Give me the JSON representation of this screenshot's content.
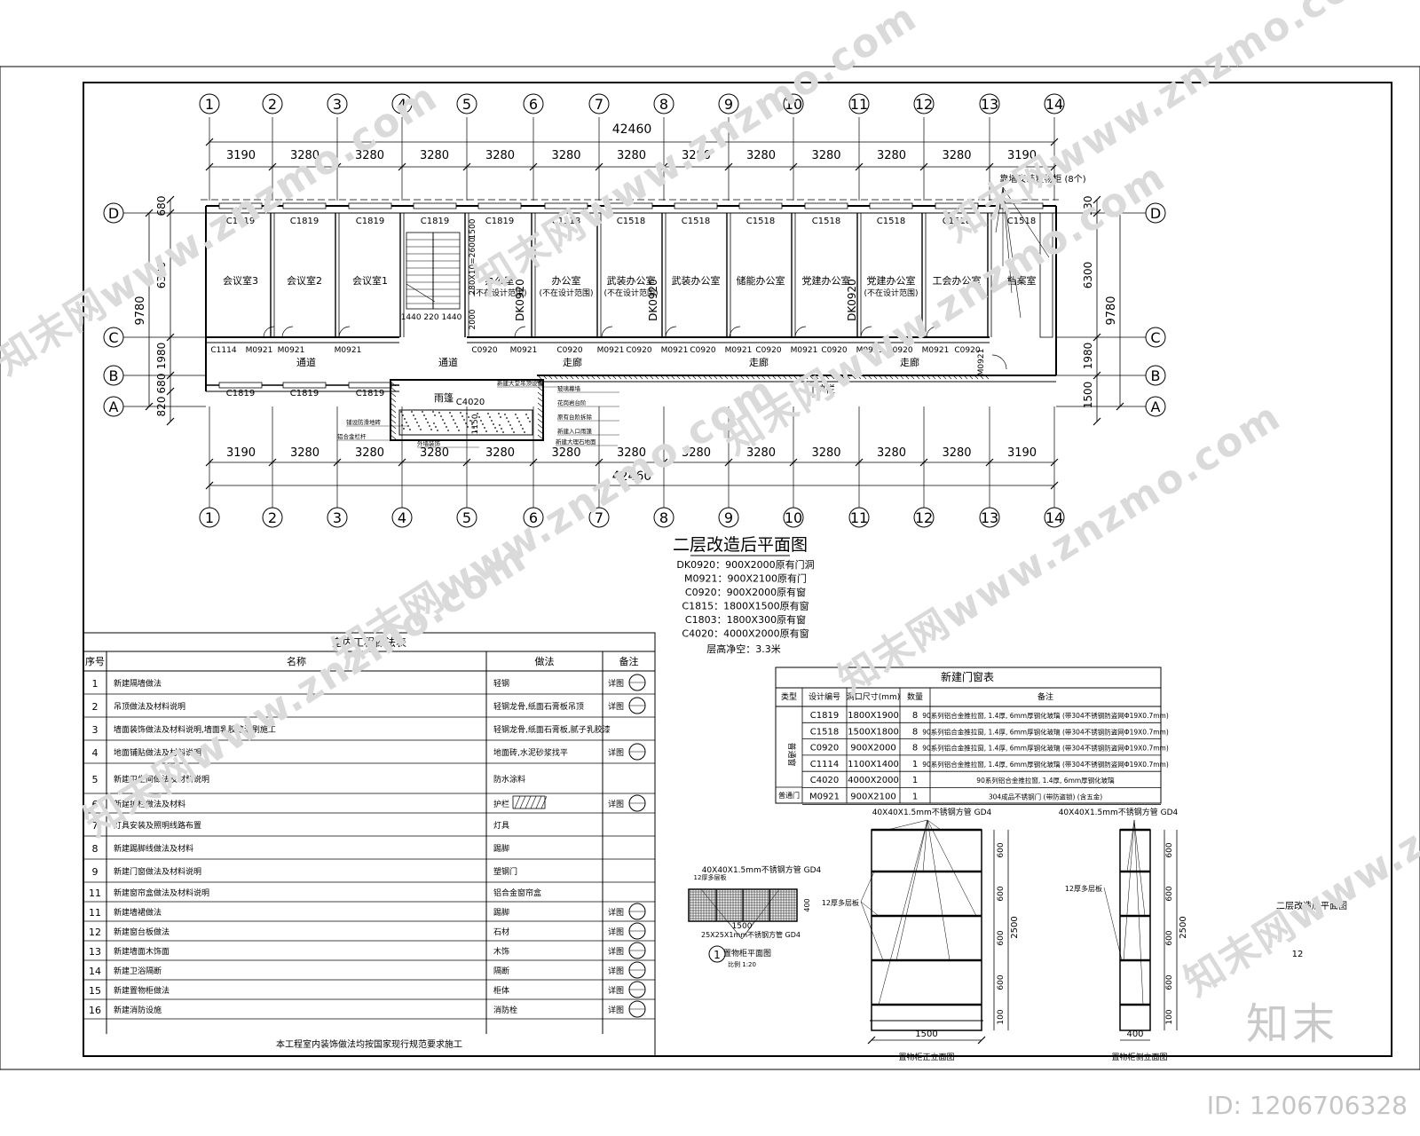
{
  "plan": {
    "axes": [
      "1",
      "2",
      "3",
      "4",
      "5",
      "6",
      "7",
      "8",
      "9",
      "10",
      "11",
      "12",
      "13",
      "14"
    ],
    "rows": [
      "D",
      "C",
      "B",
      "A"
    ],
    "total": "42460",
    "spans_top": [
      "3190",
      "3280",
      "3280",
      "3280",
      "3280",
      "3280",
      "3280",
      "3280",
      "3280",
      "3280",
      "3280",
      "3280",
      "3190"
    ],
    "spans_bottom": [
      "3190",
      "3280",
      "3280",
      "3280",
      "3280",
      "3280",
      "3280",
      "3280",
      "3280",
      "3280",
      "3280",
      "3280",
      "3190"
    ],
    "left_dims": [
      "680",
      "6300",
      "1980",
      "680",
      "820"
    ],
    "left_total": "9780",
    "right_dims": [
      "930",
      "6300",
      "1980",
      "1500"
    ],
    "right_total": "9780",
    "rooms": [
      "会议室3",
      "会议室2",
      "会议室1",
      "办公室",
      "办公室",
      "武装办公室",
      "武装办公室",
      "储能办公室",
      "党建办公室",
      "党建办公室",
      "工会办公室",
      "档案室"
    ],
    "room_notes": [
      "(不在设计范围)",
      "(不在设计范围)",
      "(不在设计范围)",
      "(不在设计范围)"
    ],
    "win_top": [
      "C1819",
      "C1819",
      "C1819",
      "C1819",
      "C1819",
      "C1518",
      "C1518",
      "C1518",
      "C1518",
      "C1518",
      "C1518",
      "C1518",
      "C1518"
    ],
    "win_bottom": [
      "C1819",
      "C1819",
      "C1819"
    ],
    "corridor": [
      "通道",
      "通道",
      "走廊",
      "走廊",
      "走廊"
    ],
    "door_labels": [
      "C1114",
      "M0921",
      "M0921",
      "M0921",
      "C0920",
      "M0921",
      "C0920",
      "M0921",
      "C0920",
      "M0921",
      "C0920",
      "M0921",
      "C0920",
      "M0921",
      "C0920",
      "M0921",
      "C0920",
      "M0921",
      "C0920",
      "M0921"
    ],
    "dk_labels": [
      "DK0920",
      "DK0920",
      "DK0920"
    ],
    "stair_dims": "1440 220 1440",
    "stair_v1": "2000",
    "stair_v2": "280X10=2600",
    "stair_v3": "1500",
    "canopy": "雨篷",
    "canopy_code": "C4020",
    "canopy_dim": "1150",
    "handrail": "护栏",
    "cabinet_note": "靠墙安装置物柜 (8个)",
    "door_vert": "M0921",
    "tiny_notes": [
      "新建大堂吊顶设备",
      "玻璃幕墙",
      "花岗岩台阶",
      "原有台阶拆除",
      "新建入口雨篷",
      "铺设防滑地砖",
      "铝合金栏杆",
      "外墙装饰",
      "新建大理石地面"
    ]
  },
  "title": {
    "main": "二层改造后平面图",
    "lines": [
      "DK0920：900X2000原有门洞",
      "M0921：900X2100原有门",
      "C0920：900X2000原有窗",
      "C1815：1800X1500原有窗",
      "C1803：1800X300原有窗",
      "C4020：4000X2000原有窗"
    ],
    "height": "层高净空：3.3米"
  },
  "works": {
    "title": "室内工程做法表",
    "headers": [
      "序号",
      "名称",
      "做法",
      "备注"
    ],
    "rows": [
      {
        "no": "1",
        "name": "新建隔墙做法",
        "method": "轻钢",
        "note": "详图"
      },
      {
        "no": "2",
        "name": "吊顶做法及材料说明",
        "method": "轻钢龙骨,纸面石膏板吊顶",
        "note": "详图"
      },
      {
        "no": "3",
        "name": "墙面装饰做法及材料说明,墙面乳胶漆涂刷施工",
        "method": "轻钢龙骨,纸面石膏板,腻子乳胶漆",
        "note": ""
      },
      {
        "no": "4",
        "name": "地面铺贴做法及材料说明",
        "method": "地面砖,水泥砂浆找平",
        "note": "详图"
      },
      {
        "no": "5",
        "name": "新建卫生间做法及材料说明",
        "method": "防水涂料",
        "note": ""
      },
      {
        "no": "6",
        "name": "新建护栏做法及材料",
        "method": "护栏",
        "note": "详图"
      },
      {
        "no": "7",
        "name": "灯具安装及照明线路布置",
        "method": "灯具",
        "note": ""
      },
      {
        "no": "8",
        "name": "新建踢脚线做法及材料",
        "method": "踢脚",
        "note": ""
      },
      {
        "no": "9",
        "name": "新建门窗做法及材料说明",
        "method": "塑钢门",
        "note": ""
      },
      {
        "no": "11",
        "name": "新建窗帘盒做法及材料说明",
        "method": "铝合金窗帘盒",
        "note": ""
      },
      {
        "no": "11",
        "name": "新建墙裙做法",
        "method": "踢脚",
        "note": "详图"
      },
      {
        "no": "12",
        "name": "新建窗台板做法",
        "method": "石材",
        "note": "详图"
      },
      {
        "no": "13",
        "name": "新建墙面木饰面",
        "method": "木饰",
        "note": "详图"
      },
      {
        "no": "14",
        "name": "新建卫浴隔断",
        "method": "隔断",
        "note": "详图"
      },
      {
        "no": "15",
        "name": "新建置物柜做法",
        "method": "柜体",
        "note": "详图"
      },
      {
        "no": "16",
        "name": "新建消防设施",
        "method": "消防栓",
        "note": "详图"
      }
    ],
    "footer": "本工程室内装饰做法均按国家现行规范要求施工"
  },
  "doors": {
    "title": "新建门窗表",
    "headers": [
      "类型",
      "设计编号",
      "洞口尺寸(mm)",
      "数量",
      "备注"
    ],
    "type_window": "普通窗",
    "type_door": "普通门",
    "rows": [
      {
        "code": "C1819",
        "size": "1800X1900",
        "qty": "8",
        "note": "90系列铝合金推拉窗, 1.4厚, 6mm厚钢化玻璃 (带304不锈钢防盗网Φ19X0.7mm)"
      },
      {
        "code": "C1518",
        "size": "1500X1800",
        "qty": "8",
        "note": "90系列铝合金推拉窗, 1.4厚, 6mm厚钢化玻璃 (带304不锈钢防盗网Φ19X0.7mm)"
      },
      {
        "code": "C0920",
        "size": "900X2000",
        "qty": "8",
        "note": "90系列铝合金推拉窗, 1.4厚, 6mm厚钢化玻璃 (带304不锈钢防盗网Φ19X0.7mm)"
      },
      {
        "code": "C1114",
        "size": "1100X1400",
        "qty": "1",
        "note": "90系列铝合金推拉窗, 1.4厚, 6mm厚钢化玻璃 (带304不锈钢防盗网Φ19X0.7mm)"
      },
      {
        "code": "C4020",
        "size": "4000X2000",
        "qty": "1",
        "note": "90系列铝合金推拉窗, 1.4厚, 6mm厚钢化玻璃"
      },
      {
        "code": "M0921",
        "size": "900X2100",
        "qty": "1",
        "note": "304成品不锈钢门 (带防盗锁) (含五金)"
      }
    ]
  },
  "cabinet": {
    "plan_pipe": "40X40X1.5mm不锈钢方管 GD4",
    "plan_board": "12厚多层板",
    "plan_w": "1500",
    "plan_d": "400",
    "plan_bot": "25X25X1mm不锈钢方管 GD4",
    "plan_num": "1",
    "plan_title": "置物柜平面图",
    "plan_sub": "比例 1:20",
    "front_pipe": "40X40X1.5mm不锈钢方管 GD4",
    "front_board": "12厚多层板",
    "front_w": "1500",
    "front_total": "2500",
    "front_segs": [
      "600",
      "600",
      "600",
      "600",
      "100"
    ],
    "front_title": "置物柜正立面图",
    "side_pipe": "40X40X1.5mm不锈钢方管 GD4",
    "side_board": "12厚多层板",
    "side_w": "400",
    "side_total": "2500",
    "side_segs": [
      "600",
      "600",
      "600",
      "600",
      "100"
    ],
    "side_title": "置物柜侧立面图"
  },
  "titleblock": {
    "name": "二层改造后平面图",
    "sheet": "12"
  },
  "watermark": {
    "text": "知末网www.znzmo.com",
    "brand": "知末",
    "id": "ID: 1206706328"
  }
}
